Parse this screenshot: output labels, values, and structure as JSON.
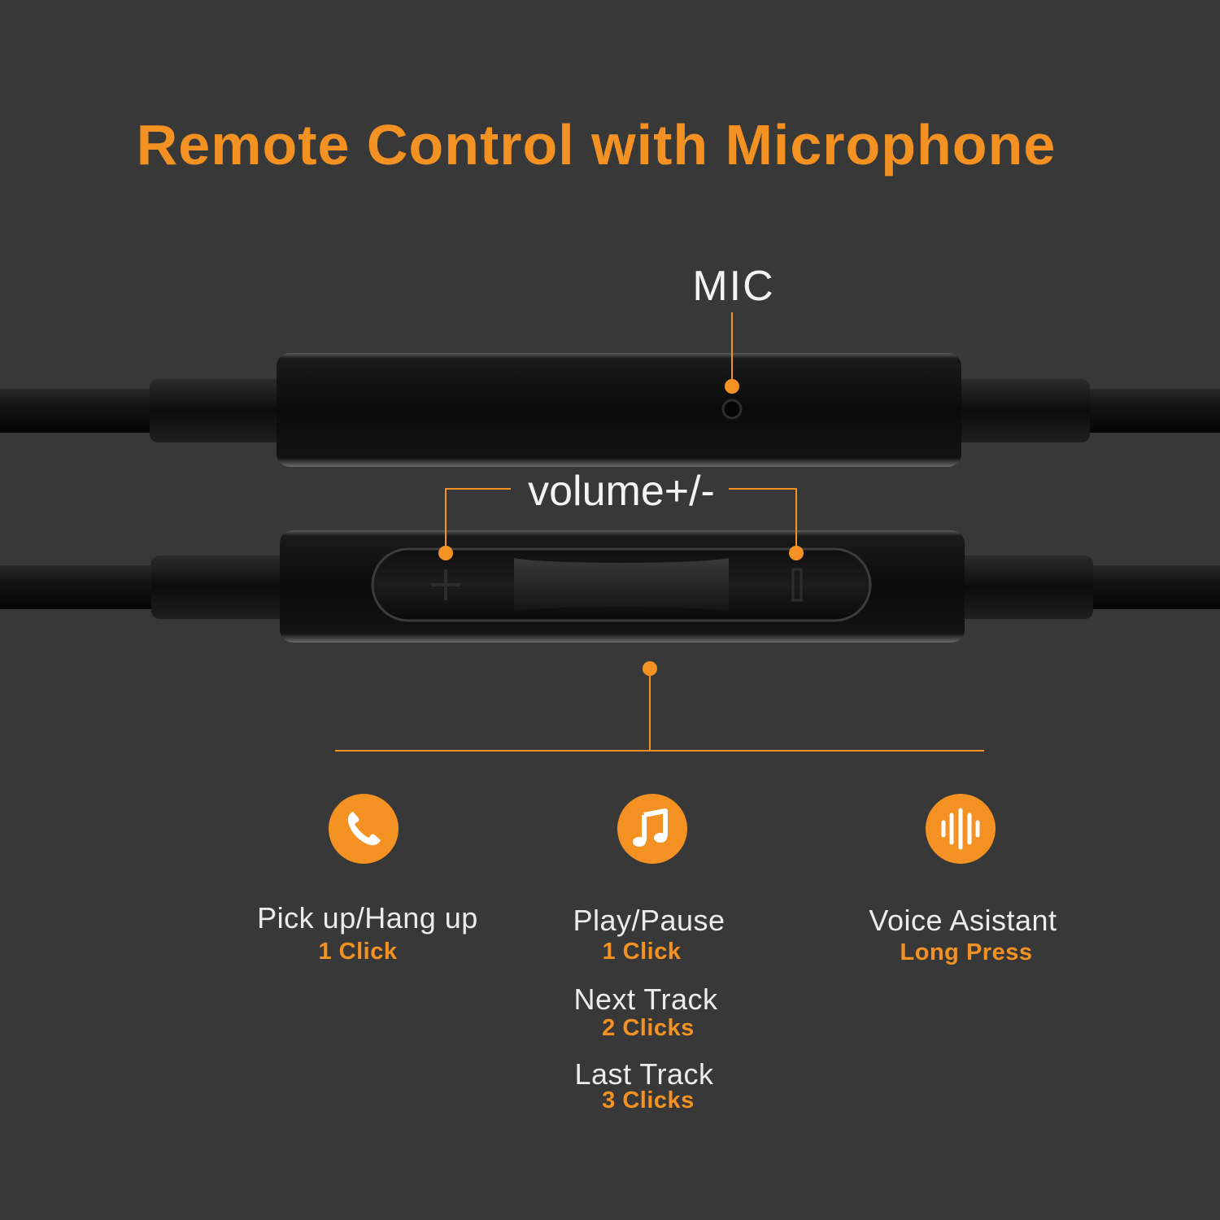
{
  "colors": {
    "accent": "#F39222",
    "background": "#383838",
    "text": "#F3F3F3"
  },
  "title": "Remote Control with Microphone",
  "labels": {
    "mic": "MIC",
    "volume": "volume+/-"
  },
  "functions": [
    {
      "icon": "phone-icon",
      "items": [
        {
          "label": "Pick up/Hang up",
          "action": "1 Click"
        }
      ]
    },
    {
      "icon": "music-note-icon",
      "items": [
        {
          "label": "Play/Pause",
          "action": "1 Click"
        },
        {
          "label": "Next Track",
          "action": "2 Clicks"
        },
        {
          "label": "Last Track",
          "action": "3 Clicks"
        }
      ]
    },
    {
      "icon": "sound-wave-icon",
      "items": [
        {
          "label": "Voice Asistant",
          "action": "Long Press"
        }
      ]
    }
  ]
}
